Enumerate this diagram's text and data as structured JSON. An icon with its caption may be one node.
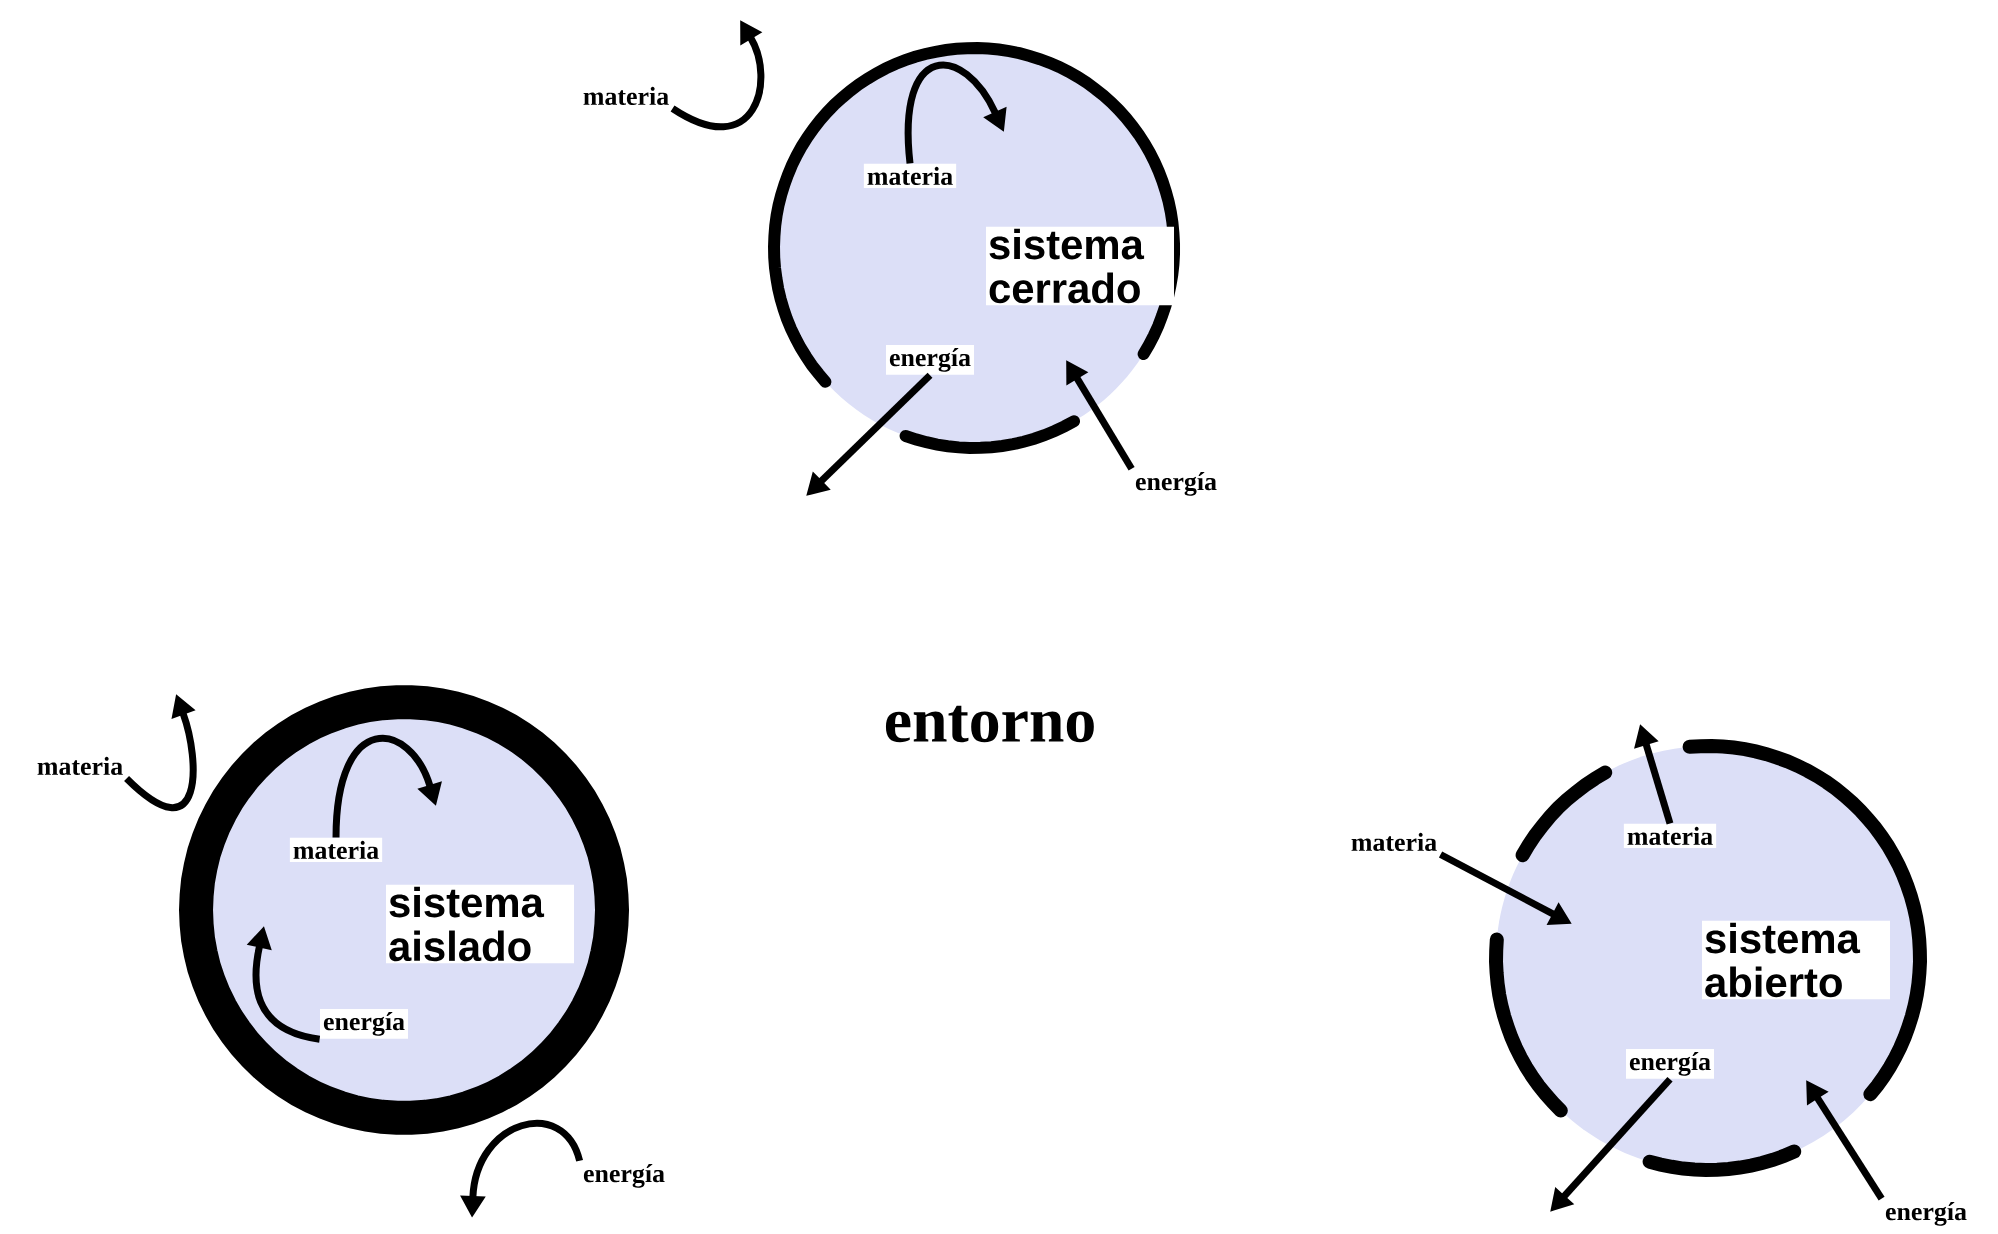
{
  "diagram": {
    "nodes": [
      {
        "text": [
          "sistema cerrado"
        ]
      },
      {
        "text": [
          "materia"
        ],
        "in": 0
      },
      {
        "text": [
          "energía"
        ],
        "in": 0
      },
      {
        "text": [
          "materia"
        ]
      },
      {
        "text": [
          "energía"
        ]
      },
      {
        "text": [
          "sistema aislado"
        ]
      },
      {
        "text": [
          "materia"
        ],
        "in": 5
      },
      {
        "text": [
          "energía"
        ],
        "in": 5
      },
      {
        "text": [
          "materia"
        ]
      },
      {
        "text": [
          "energía"
        ]
      },
      {
        "text": [
          "sistema abierto"
        ]
      },
      {
        "text": [
          "materia"
        ],
        "in": 10
      },
      {
        "text": [
          "energía"
        ],
        "in": 10
      },
      {
        "text": [
          "materia"
        ]
      },
      {
        "text": [
          "energía"
        ]
      }
    ],
    "edges": [
      {
        "from": 3,
        "to": null,
        "arrow": "to"
      },
      {
        "from": 1,
        "to": null,
        "arrow": "to"
      },
      {
        "from": 2,
        "to": null,
        "arrow": "to"
      },
      {
        "from": 4,
        "to": null,
        "arrow": "to"
      },
      {
        "from": 8,
        "to": null,
        "arrow": "to"
      },
      {
        "from": 6,
        "to": null,
        "arrow": "to"
      },
      {
        "from": 7,
        "to": null,
        "arrow": "to"
      },
      {
        "from": 9,
        "to": null,
        "arrow": "to"
      },
      {
        "from": 13,
        "to": null,
        "arrow": "to"
      },
      {
        "from": 11,
        "to": null,
        "arrow": "to"
      },
      {
        "from": 12,
        "to": null,
        "arrow": "to"
      },
      {
        "from": 14,
        "to": null,
        "arrow": "to"
      }
    ],
    "labels": [
      "entorno"
    ]
  }
}
